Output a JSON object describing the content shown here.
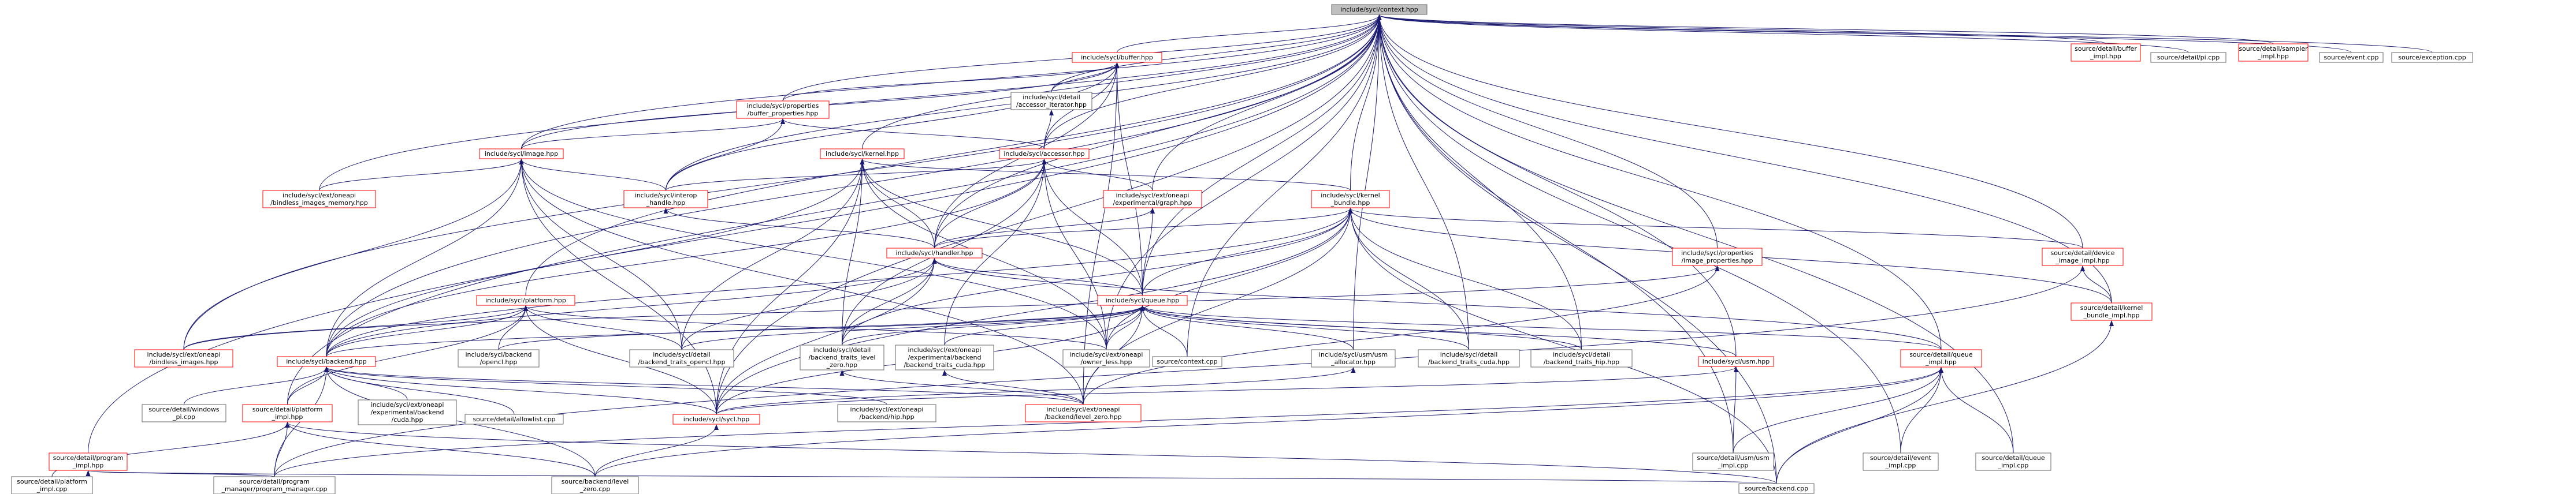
{
  "colors": {
    "edge": "#191970",
    "node_border_normal": "#666666",
    "node_border_red": "#ff0000",
    "root_fill": "#bfbfbf",
    "node_fill": "#ffffff",
    "text": "#000000"
  },
  "nodes": [
    {
      "id": "context",
      "lines": [
        "include/sycl/context.hpp"
      ],
      "style": "root"
    },
    {
      "id": "buffer",
      "lines": [
        "include/sycl/buffer.hpp"
      ],
      "style": "red"
    },
    {
      "id": "buffer_impl",
      "lines": [
        "source/detail/buffer",
        "_impl.hpp"
      ],
      "style": "red"
    },
    {
      "id": "pi_cpp",
      "lines": [
        "source/detail/pi.cpp"
      ],
      "style": "normal"
    },
    {
      "id": "sampler_impl",
      "lines": [
        "source/detail/sampler",
        "_impl.hpp"
      ],
      "style": "red"
    },
    {
      "id": "event_cpp",
      "lines": [
        "source/event.cpp"
      ],
      "style": "normal"
    },
    {
      "id": "exception_cpp",
      "lines": [
        "source/exception.cpp"
      ],
      "style": "normal"
    },
    {
      "id": "accessor_iterator",
      "lines": [
        "include/sycl/detail",
        "/accessor_iterator.hpp"
      ],
      "style": "normal"
    },
    {
      "id": "buffer_properties",
      "lines": [
        "include/sycl/properties",
        "/buffer_properties.hpp"
      ],
      "style": "red"
    },
    {
      "id": "image",
      "lines": [
        "include/sycl/image.hpp"
      ],
      "style": "red"
    },
    {
      "id": "kernel",
      "lines": [
        "include/sycl/kernel.hpp"
      ],
      "style": "red"
    },
    {
      "id": "accessor",
      "lines": [
        "include/sycl/accessor.hpp"
      ],
      "style": "red"
    },
    {
      "id": "bindless_images_memory",
      "lines": [
        "include/sycl/ext/oneapi",
        "/bindless_images_memory.hpp"
      ],
      "style": "red"
    },
    {
      "id": "interop_handle",
      "lines": [
        "include/sycl/interop",
        "_handle.hpp"
      ],
      "style": "red"
    },
    {
      "id": "graph",
      "lines": [
        "include/sycl/ext/oneapi",
        "/experimental/graph.hpp"
      ],
      "style": "red"
    },
    {
      "id": "kernel_bundle",
      "lines": [
        "include/sycl/kernel",
        "_bundle.hpp"
      ],
      "style": "red"
    },
    {
      "id": "device_image_impl",
      "lines": [
        "source/detail/device",
        "_image_impl.hpp"
      ],
      "style": "red"
    },
    {
      "id": "handler",
      "lines": [
        "include/sycl/handler.hpp"
      ],
      "style": "red"
    },
    {
      "id": "platform",
      "lines": [
        "include/sycl/platform.hpp"
      ],
      "style": "red"
    },
    {
      "id": "queue",
      "lines": [
        "include/sycl/queue.hpp"
      ],
      "style": "red"
    },
    {
      "id": "image_properties",
      "lines": [
        "include/sycl/properties",
        "/image_properties.hpp"
      ],
      "style": "red"
    },
    {
      "id": "kernel_bundle_impl",
      "lines": [
        "source/detail/kernel",
        "_bundle_impl.hpp"
      ],
      "style": "red"
    },
    {
      "id": "bindless_images",
      "lines": [
        "include/sycl/ext/oneapi",
        "/bindless_images.hpp"
      ],
      "style": "red"
    },
    {
      "id": "backend",
      "lines": [
        "include/sycl/backend.hpp"
      ],
      "style": "red"
    },
    {
      "id": "backend_opencl",
      "lines": [
        "include/sycl/backend",
        "/opencl.hpp"
      ],
      "style": "normal"
    },
    {
      "id": "traits_opencl",
      "lines": [
        "include/sycl/detail",
        "/backend_traits_opencl.hpp"
      ],
      "style": "normal"
    },
    {
      "id": "traits_level_zero",
      "lines": [
        "include/sycl/detail",
        "/backend_traits_level",
        "_zero.hpp"
      ],
      "style": "normal"
    },
    {
      "id": "traits_cuda_exp",
      "lines": [
        "include/sycl/ext/oneapi",
        "/experimental/backend",
        "/backend_traits_cuda.hpp"
      ],
      "style": "normal"
    },
    {
      "id": "owner_less",
      "lines": [
        "include/sycl/ext/oneapi",
        "/owner_less.hpp"
      ],
      "style": "normal"
    },
    {
      "id": "context_cpp",
      "lines": [
        "source/context.cpp"
      ],
      "style": "normal"
    },
    {
      "id": "usm_allocator",
      "lines": [
        "include/sycl/usm/usm",
        "_allocator.hpp"
      ],
      "style": "normal"
    },
    {
      "id": "traits_cuda",
      "lines": [
        "include/sycl/detail",
        "/backend_traits_cuda.hpp"
      ],
      "style": "normal"
    },
    {
      "id": "traits_hip",
      "lines": [
        "include/sycl/detail",
        "/backend_traits_hip.hpp"
      ],
      "style": "normal"
    },
    {
      "id": "usm",
      "lines": [
        "include/sycl/usm.hpp"
      ],
      "style": "red"
    },
    {
      "id": "queue_impl",
      "lines": [
        "source/detail/queue",
        "_impl.hpp"
      ],
      "style": "red"
    },
    {
      "id": "windows_pi",
      "lines": [
        "source/detail/windows",
        "_pi.cpp"
      ],
      "style": "normal"
    },
    {
      "id": "platform_impl",
      "lines": [
        "source/detail/platform",
        "_impl.hpp"
      ],
      "style": "red"
    },
    {
      "id": "cuda_backend",
      "lines": [
        "include/sycl/ext/oneapi",
        "/experimental/backend",
        "/cuda.hpp"
      ],
      "style": "normal"
    },
    {
      "id": "allowlist",
      "lines": [
        "source/detail/allowlist.cpp"
      ],
      "style": "normal"
    },
    {
      "id": "sycl_hpp",
      "lines": [
        "include/sycl/sycl.hpp"
      ],
      "style": "red"
    },
    {
      "id": "oneapi_hip",
      "lines": [
        "include/sycl/ext/oneapi",
        "/backend/hip.hpp"
      ],
      "style": "normal"
    },
    {
      "id": "oneapi_level_zero",
      "lines": [
        "include/sycl/ext/oneapi",
        "/backend/level_zero.hpp"
      ],
      "style": "red"
    },
    {
      "id": "usm_impl",
      "lines": [
        "source/detail/usm/usm",
        "_impl.cpp"
      ],
      "style": "normal"
    },
    {
      "id": "event_impl",
      "lines": [
        "source/detail/event",
        "_impl.cpp"
      ],
      "style": "normal"
    },
    {
      "id": "queue_impl_cpp",
      "lines": [
        "source/detail/queue",
        "_impl.cpp"
      ],
      "style": "normal"
    },
    {
      "id": "program_impl",
      "lines": [
        "source/detail/program",
        "_impl.hpp"
      ],
      "style": "red"
    },
    {
      "id": "platform_impl_cpp",
      "lines": [
        "source/detail/platform",
        "_impl.cpp"
      ],
      "style": "normal"
    },
    {
      "id": "program_manager",
      "lines": [
        "source/detail/program",
        "_manager/program_manager.cpp"
      ],
      "style": "normal"
    },
    {
      "id": "backend_level_zero_cpp",
      "lines": [
        "source/backend/level",
        "_zero.cpp"
      ],
      "style": "normal"
    },
    {
      "id": "backend_cpp",
      "lines": [
        "source/backend.cpp"
      ],
      "style": "normal"
    }
  ],
  "edges": [
    [
      "buffer",
      "context"
    ],
    [
      "buffer_impl",
      "context"
    ],
    [
      "pi_cpp",
      "context"
    ],
    [
      "sampler_impl",
      "context"
    ],
    [
      "event_cpp",
      "context"
    ],
    [
      "exception_cpp",
      "context"
    ],
    [
      "accessor_iterator",
      "context"
    ],
    [
      "buffer_properties",
      "context"
    ],
    [
      "image",
      "context"
    ],
    [
      "kernel",
      "context"
    ],
    [
      "accessor",
      "context"
    ],
    [
      "bindless_images_memory",
      "context"
    ],
    [
      "interop_handle",
      "context"
    ],
    [
      "graph",
      "context"
    ],
    [
      "kernel_bundle",
      "context"
    ],
    [
      "device_image_impl",
      "context"
    ],
    [
      "handler",
      "context"
    ],
    [
      "platform",
      "context"
    ],
    [
      "queue",
      "context"
    ],
    [
      "image_properties",
      "context"
    ],
    [
      "kernel_bundle_impl",
      "context"
    ],
    [
      "bindless_images",
      "context"
    ],
    [
      "backend",
      "context"
    ],
    [
      "owner_less",
      "context"
    ],
    [
      "context_cpp",
      "context"
    ],
    [
      "usm_allocator",
      "context"
    ],
    [
      "traits_cuda",
      "context"
    ],
    [
      "traits_hip",
      "context"
    ],
    [
      "usm",
      "context"
    ],
    [
      "queue_impl",
      "context"
    ],
    [
      "platform_impl",
      "context"
    ],
    [
      "sycl_hpp",
      "context"
    ],
    [
      "usm_impl",
      "context"
    ],
    [
      "event_impl",
      "context"
    ],
    [
      "queue_impl_cpp",
      "context"
    ],
    [
      "program_impl",
      "context"
    ],
    [
      "backend_cpp",
      "context"
    ],
    [
      "accessor_iterator",
      "buffer"
    ],
    [
      "buffer_properties",
      "buffer"
    ],
    [
      "image",
      "buffer"
    ],
    [
      "accessor",
      "buffer"
    ],
    [
      "interop_handle",
      "buffer"
    ],
    [
      "queue",
      "buffer"
    ],
    [
      "handler",
      "buffer"
    ],
    [
      "oneapi_level_zero",
      "buffer"
    ],
    [
      "accessor",
      "accessor_iterator"
    ],
    [
      "image",
      "buffer_properties"
    ],
    [
      "accessor",
      "buffer_properties"
    ],
    [
      "interop_handle",
      "buffer_properties"
    ],
    [
      "bindless_images_memory",
      "image"
    ],
    [
      "interop_handle",
      "image"
    ],
    [
      "backend",
      "image"
    ],
    [
      "bindless_images",
      "image"
    ],
    [
      "traits_opencl",
      "image"
    ],
    [
      "owner_less",
      "image"
    ],
    [
      "sycl_hpp",
      "image"
    ],
    [
      "oneapi_level_zero",
      "image"
    ],
    [
      "handler",
      "kernel"
    ],
    [
      "backend",
      "kernel"
    ],
    [
      "traits_opencl",
      "kernel"
    ],
    [
      "traits_level_zero",
      "kernel"
    ],
    [
      "queue",
      "kernel"
    ],
    [
      "sycl_hpp",
      "kernel"
    ],
    [
      "owner_less",
      "kernel"
    ],
    [
      "kernel_bundle",
      "kernel"
    ],
    [
      "interop_handle",
      "accessor"
    ],
    [
      "graph",
      "accessor"
    ],
    [
      "handler",
      "accessor"
    ],
    [
      "queue",
      "accessor"
    ],
    [
      "backend",
      "accessor"
    ],
    [
      "traits_level_zero",
      "accessor"
    ],
    [
      "traits_cuda_exp",
      "accessor"
    ],
    [
      "owner_less",
      "accessor"
    ],
    [
      "handler",
      "interop_handle"
    ],
    [
      "handler",
      "graph"
    ],
    [
      "queue",
      "graph"
    ],
    [
      "handler",
      "kernel_bundle"
    ],
    [
      "backend",
      "kernel_bundle"
    ],
    [
      "queue",
      "kernel_bundle"
    ],
    [
      "traits_level_zero",
      "kernel_bundle"
    ],
    [
      "traits_cuda",
      "kernel_bundle"
    ],
    [
      "traits_hip",
      "kernel_bundle"
    ],
    [
      "kernel_bundle_impl",
      "kernel_bundle"
    ],
    [
      "device_image_impl",
      "kernel_bundle"
    ],
    [
      "sycl_hpp",
      "kernel_bundle"
    ],
    [
      "owner_less",
      "kernel_bundle"
    ],
    [
      "backend_cpp",
      "kernel_bundle"
    ],
    [
      "oneapi_level_zero",
      "kernel_bundle"
    ],
    [
      "kernel_bundle_impl",
      "device_image_impl"
    ],
    [
      "program_manager",
      "device_image_impl"
    ],
    [
      "queue",
      "handler"
    ],
    [
      "backend",
      "handler"
    ],
    [
      "traits_level_zero",
      "handler"
    ],
    [
      "traits_opencl",
      "handler"
    ],
    [
      "sycl_hpp",
      "handler"
    ],
    [
      "queue_impl",
      "handler"
    ],
    [
      "backend",
      "platform"
    ],
    [
      "backend_opencl",
      "platform"
    ],
    [
      "traits_opencl",
      "platform"
    ],
    [
      "sycl_hpp",
      "platform"
    ],
    [
      "platform_impl",
      "platform"
    ],
    [
      "owner_less",
      "platform"
    ],
    [
      "bindless_images",
      "platform"
    ],
    [
      "backend",
      "queue"
    ],
    [
      "backend_opencl",
      "queue"
    ],
    [
      "traits_opencl",
      "queue"
    ],
    [
      "traits_level_zero",
      "queue"
    ],
    [
      "traits_cuda_exp",
      "queue"
    ],
    [
      "owner_less",
      "queue"
    ],
    [
      "context_cpp",
      "queue"
    ],
    [
      "usm_allocator",
      "queue"
    ],
    [
      "traits_cuda",
      "queue"
    ],
    [
      "traits_hip",
      "queue"
    ],
    [
      "usm",
      "queue"
    ],
    [
      "sycl_hpp",
      "queue"
    ],
    [
      "oneapi_level_zero",
      "queue"
    ],
    [
      "queue_impl",
      "queue"
    ],
    [
      "bindless_images",
      "image_properties"
    ],
    [
      "oneapi_level_zero",
      "image_properties"
    ],
    [
      "backend_cpp",
      "kernel_bundle_impl"
    ],
    [
      "windows_pi",
      "backend"
    ],
    [
      "platform_impl",
      "backend"
    ],
    [
      "cuda_backend",
      "backend"
    ],
    [
      "allowlist",
      "backend"
    ],
    [
      "sycl_hpp",
      "backend"
    ],
    [
      "oneapi_hip",
      "backend"
    ],
    [
      "oneapi_level_zero",
      "backend"
    ],
    [
      "backend_level_zero_cpp",
      "backend"
    ],
    [
      "program_manager",
      "backend"
    ],
    [
      "oneapi_level_zero",
      "traits_level_zero"
    ],
    [
      "oneapi_level_zero",
      "traits_cuda_exp"
    ],
    [
      "sycl_hpp",
      "usm_allocator"
    ],
    [
      "sycl_hpp",
      "usm"
    ],
    [
      "usm_impl",
      "usm"
    ],
    [
      "usm_impl",
      "queue_impl"
    ],
    [
      "event_impl",
      "queue_impl"
    ],
    [
      "queue_impl_cpp",
      "queue_impl"
    ],
    [
      "backend_cpp",
      "queue_impl"
    ],
    [
      "program_manager",
      "queue_impl"
    ],
    [
      "backend_level_zero_cpp",
      "queue_impl"
    ],
    [
      "platform_impl_cpp",
      "platform_impl"
    ],
    [
      "program_manager",
      "platform_impl"
    ],
    [
      "backend_level_zero_cpp",
      "platform_impl"
    ],
    [
      "backend_cpp",
      "platform_impl"
    ],
    [
      "backend_level_zero_cpp",
      "sycl_hpp"
    ],
    [
      "program_manager",
      "program_impl"
    ],
    [
      "backend_cpp",
      "program_impl"
    ]
  ]
}
